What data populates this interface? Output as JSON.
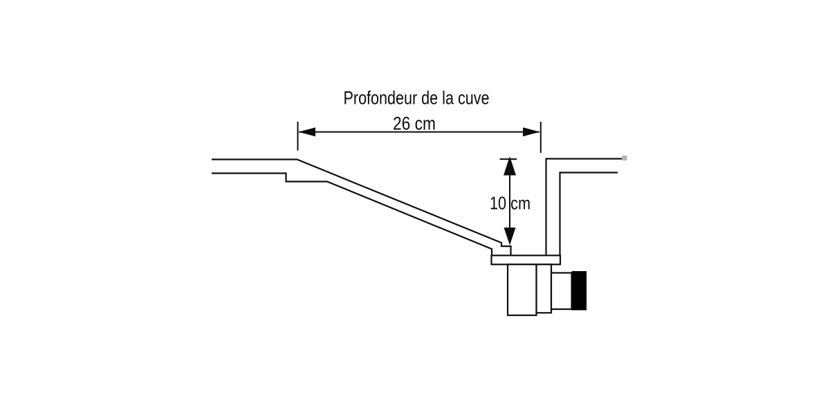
{
  "diagram": {
    "title": "Profondeur de la cuve",
    "dimensions": {
      "width": {
        "label": "26 cm"
      },
      "depth": {
        "label": "10 cm"
      }
    },
    "colors": {
      "line": "#0e0e0e",
      "solid_fill": "#000000",
      "background": "#ffffff",
      "artifact_gray": "#b5b5b5"
    }
  }
}
